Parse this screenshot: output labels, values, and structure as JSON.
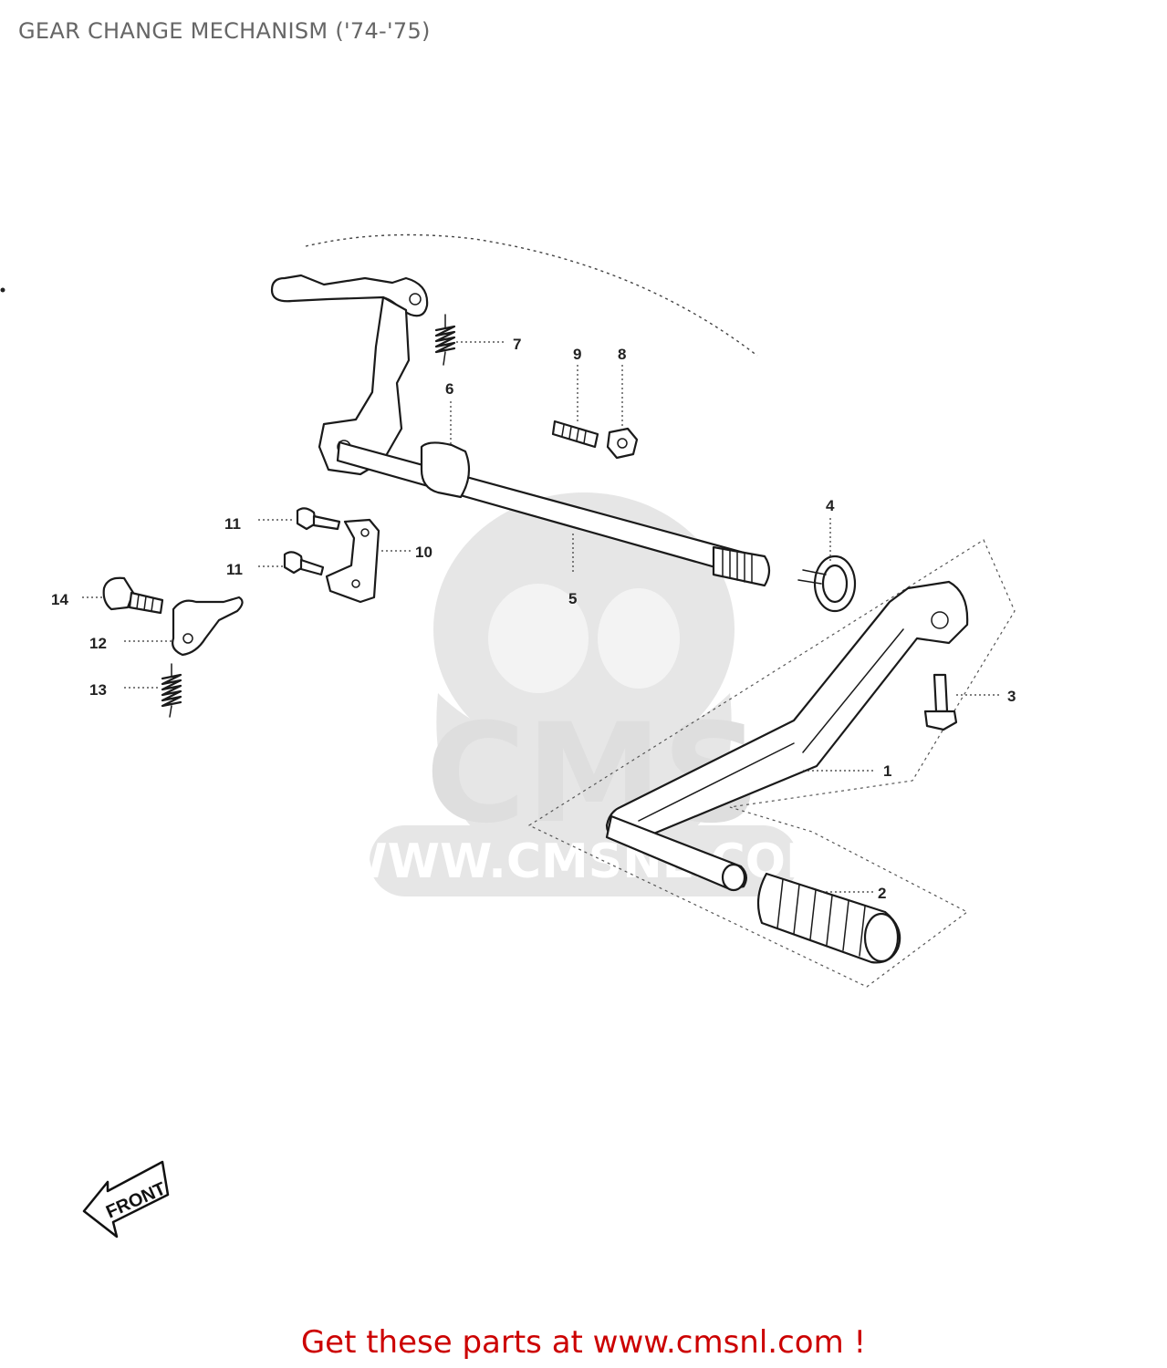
{
  "header": {
    "title": "GEAR CHANGE MECHANISM ('74-'75)"
  },
  "watermark": {
    "logo_text": "CMS",
    "url_text": "WWW.CMSNL.COM",
    "color": "#e6e6e6"
  },
  "callouts": [
    {
      "number": "1"
    },
    {
      "number": "2"
    },
    {
      "number": "3"
    },
    {
      "number": "4"
    },
    {
      "number": "5"
    },
    {
      "number": "6"
    },
    {
      "number": "7"
    },
    {
      "number": "8"
    },
    {
      "number": "9"
    },
    {
      "number": "10"
    },
    {
      "number": "11"
    },
    {
      "number": "11"
    },
    {
      "number": "12"
    },
    {
      "number": "13"
    },
    {
      "number": "14"
    }
  ],
  "direction_indicator": {
    "label": "FRONT"
  },
  "footer": {
    "cta_text": "Get these parts at www.cmsnl.com !",
    "cta_color": "#cc0000"
  }
}
